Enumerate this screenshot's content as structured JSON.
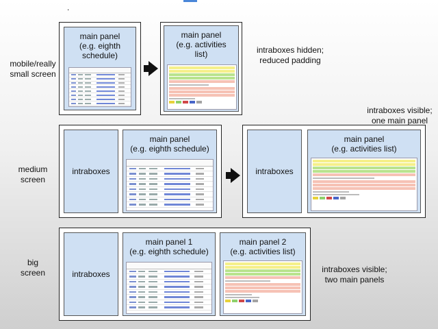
{
  "rows": {
    "mobile": "mobile/really\nsmall screen",
    "medium": "medium\nscreen",
    "big": "big\nscreen"
  },
  "panels": {
    "main_eighth": "main panel\n(e.g. eighth\nschedule)",
    "main_activities": "main panel\n(e.g. activities\nlist)",
    "main_eighth_wide": "main panel\n(e.g. eighth schedule)",
    "main_activities_wide": "main panel\n(e.g. activities list)",
    "main1": "main panel 1\n(e.g. eighth schedule)",
    "main2": "main panel 2\n(e.g. activities list)",
    "intraboxes": "intraboxes"
  },
  "notes": {
    "mobile_right": "intraboxes hidden;\nreduced padding",
    "medium_right": "intraboxes visible;\none main panel",
    "big_right": "intraboxes visible;\ntwo main panels"
  },
  "decorations": {
    "dot": "."
  },
  "colors": {
    "panel_fill": "#cfe0f3",
    "yellow_row": "#f5f08a",
    "green_row": "#b9e38e",
    "pink_row": "#f6c2b5",
    "accent": "#4a86d8"
  }
}
